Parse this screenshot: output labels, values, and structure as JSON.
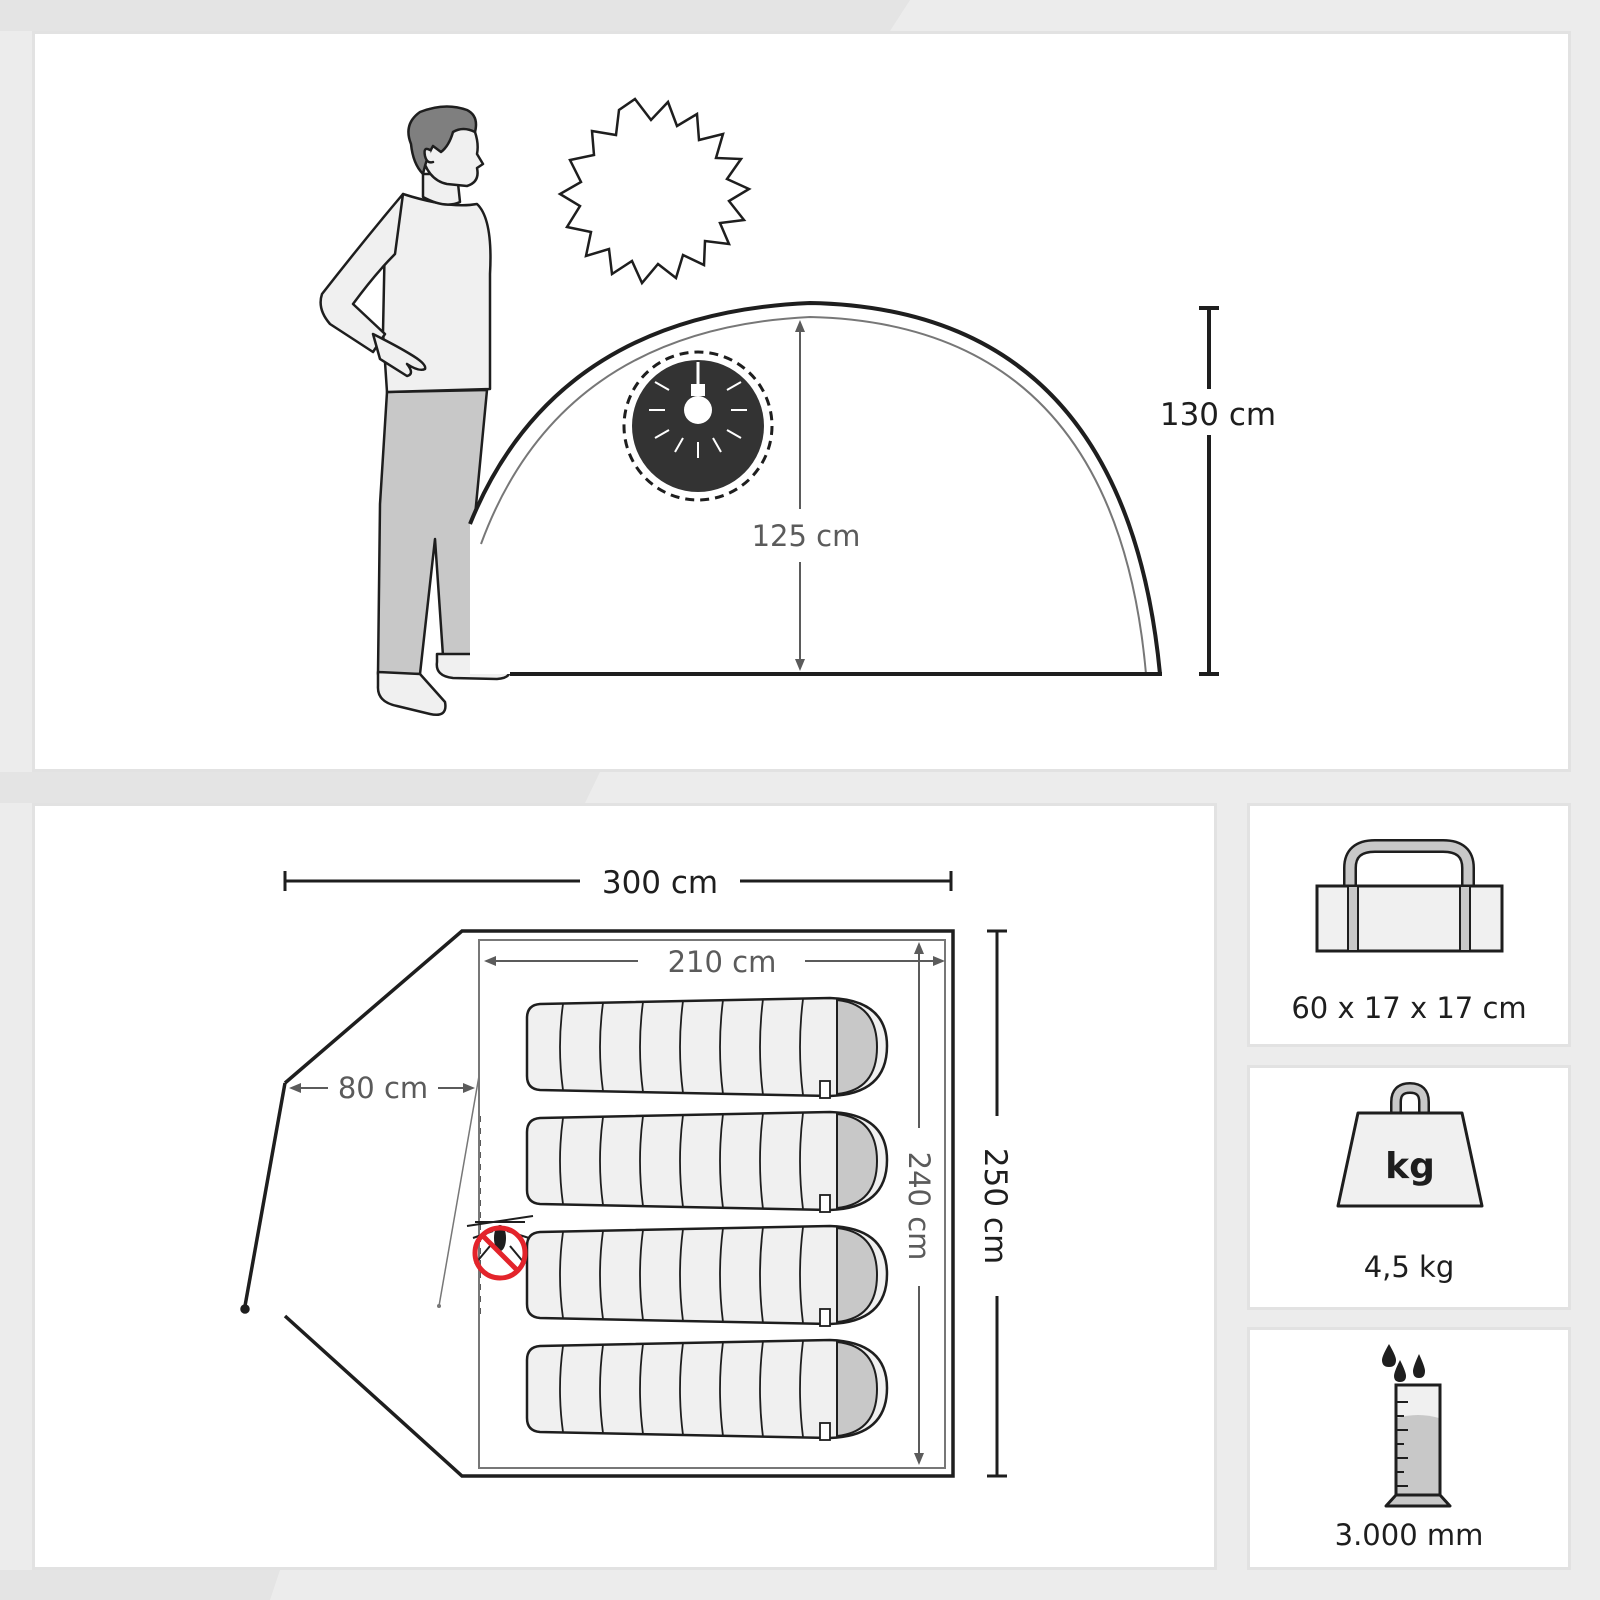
{
  "side_view": {
    "outer_height_label": "130 cm",
    "inner_height_label": "125 cm"
  },
  "floor_plan": {
    "total_length_label": "300 cm",
    "inner_length_label": "210 cm",
    "vestibule_depth_label": "80 cm",
    "inner_width_label": "240 cm",
    "total_width_label": "250 cm",
    "sleeping_bags": 4
  },
  "specs": {
    "pack_size": "60 x 17 x 17 cm",
    "weight_symbol": "kg",
    "weight": "4,5 kg",
    "water_column": "3.000 mm"
  },
  "icons": [
    "person-icon",
    "sun-icon",
    "lamp-icon",
    "carry-bag-icon",
    "weight-icon",
    "water-column-icon",
    "no-mosquito-icon",
    "sleeping-bag-icon"
  ],
  "colors": {
    "panel": "#ffffff",
    "background": "#ececec",
    "line": "#1e1e1e",
    "fill_gray": "#c8c8c8",
    "fill_light": "#f0f0f0",
    "lamp_dark": "#333333",
    "no_entry_red": "#e3242b"
  }
}
